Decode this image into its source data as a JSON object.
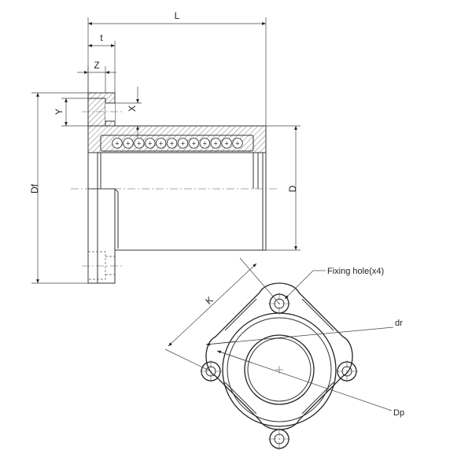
{
  "labels": {
    "L": "L",
    "t": "t",
    "Z": "Z",
    "Y": "Y",
    "X": "X",
    "Df": "Df",
    "D": "D",
    "K": "K",
    "fixing_hole": "Fixing hole(x4)",
    "dr": "dr",
    "Dp": "Dp"
  },
  "bearing_balls": {
    "count": 12,
    "mark": "+"
  }
}
